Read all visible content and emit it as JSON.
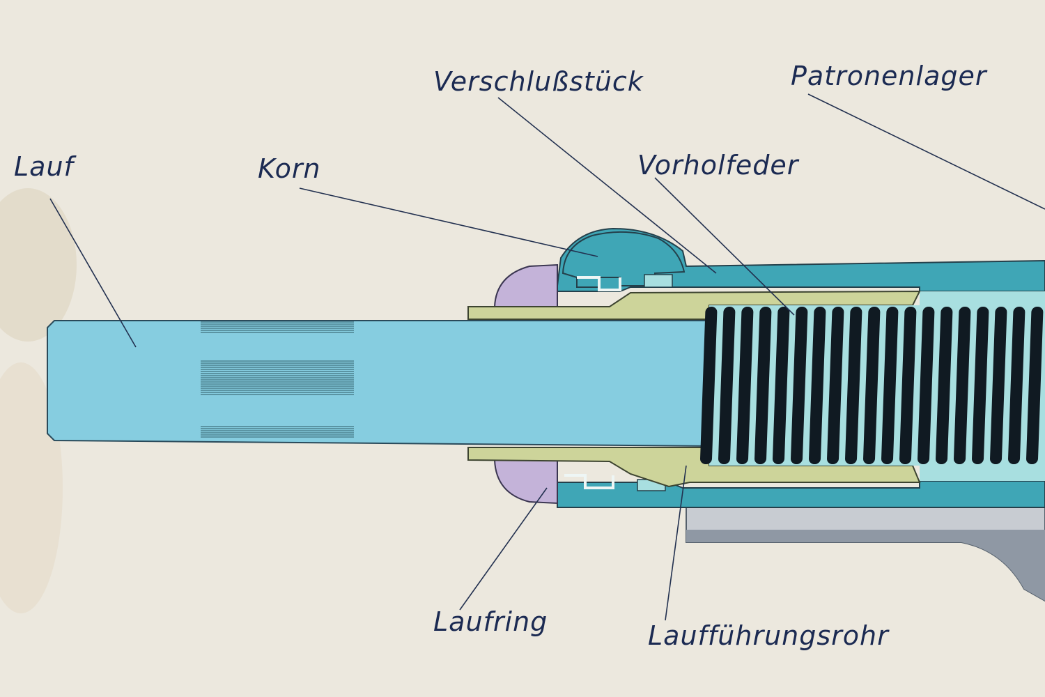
{
  "labels": {
    "lauf": "Lauf",
    "korn": "Korn",
    "verschlussstueck": "Verschlußstück",
    "patronenlager": "Patronenlager",
    "vorholfeder": "Vorholfeder",
    "laufring": "Laufring",
    "lauffuehrungsrohr": "Laufführungsrohr"
  },
  "colors": {
    "paper": "#ece8de",
    "barrel": "#86cde0",
    "slide": "#3fa6b6",
    "guide_tube": "#cdd49a",
    "barrel_ring": "#c4b3d9",
    "spring": "#101a22",
    "frame": "#9fa7b2",
    "ink": "#1b2a52"
  }
}
